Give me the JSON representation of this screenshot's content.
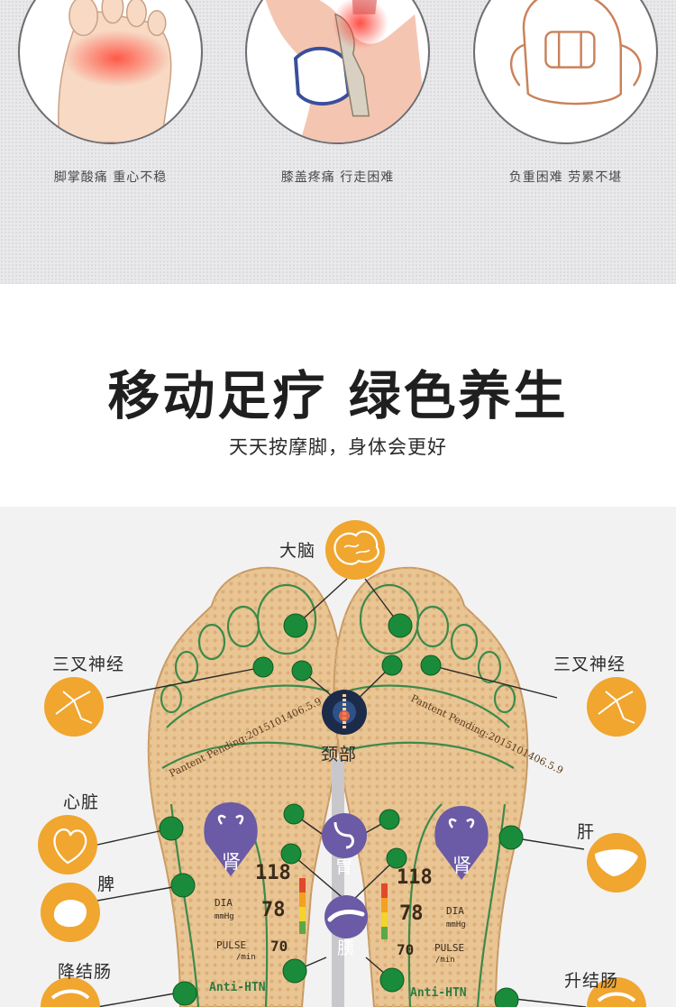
{
  "symptoms": [
    {
      "caption": "脚掌酸痛 重心不稳",
      "icon": "sore-forefoot-icon"
    },
    {
      "caption": "膝盖疼痛 行走困难",
      "icon": "knee-joint-icon"
    },
    {
      "caption": "负重困难 劳累不堪",
      "icon": "backpack-icon"
    }
  ],
  "headline": "移动足疗 绿色养生",
  "subline": "天天按摩脚，身体会更好",
  "foot_map": {
    "labels": {
      "brain": "大脑",
      "trigeminal_left": "三叉神经",
      "trigeminal_right": "三叉神经",
      "neck": "颈部",
      "heart": "心脏",
      "spleen": "脾",
      "descending_colon": "降结肠",
      "liver": "肝",
      "ascending_colon": "升结肠",
      "stomach": "胃",
      "pancreas": "胰",
      "kidney_left": "肾",
      "kidney_right": "肾"
    },
    "insole_print": {
      "patent_left": "Pantent Pending:2015101406.5.9",
      "patent_right": "Pantent Pending:2015101406.5.9",
      "sys_value": "118",
      "dia_label": "DIA",
      "dia_unit": "mmHg",
      "dia_value": "78",
      "pulse_label": "PULSE",
      "pulse_unit": "/min",
      "pulse_value": "70",
      "anti_htn": "Anti-HTN"
    },
    "colors": {
      "insole": "#e9c594",
      "insole_dark": "#c99a63",
      "acupoint": "#1a8b3a",
      "organ_badge": "#f0a62f",
      "kidney_badge": "#6b5aa5"
    }
  }
}
